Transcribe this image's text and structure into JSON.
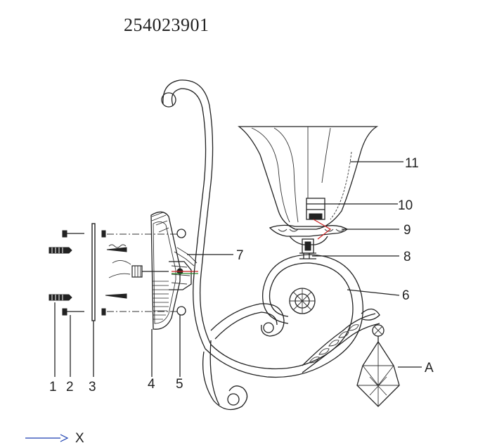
{
  "drawing": {
    "model_number": "254023901",
    "axis_label": "X",
    "part_labels": [
      "1",
      "2",
      "3",
      "4",
      "5",
      "6",
      "7",
      "8",
      "9",
      "10",
      "11",
      "A"
    ]
  },
  "colors": {
    "line": "#222222",
    "wire_red": "#cc2222",
    "wire_green": "#2a8a2a",
    "axis_arrow": "#1a3fb0"
  },
  "icons": [
    "screw-icon",
    "wall-plug-icon",
    "arrow-right-icon"
  ]
}
